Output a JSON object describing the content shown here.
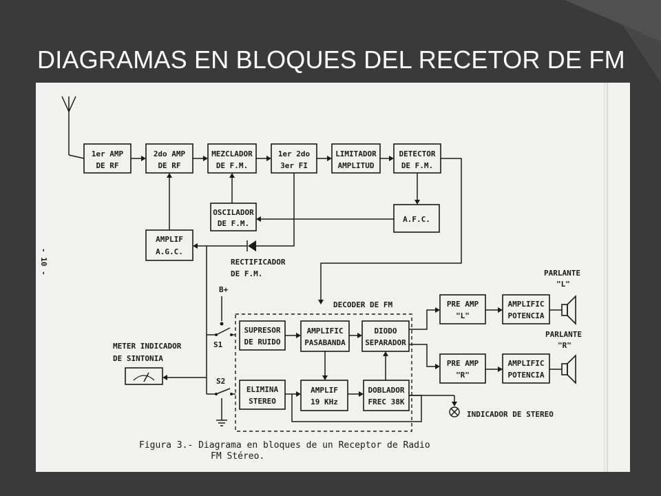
{
  "slide": {
    "title": "DIAGRAMAS EN BLOQUES DEL RECETOR DE FM",
    "background_color": "#3a3a3a",
    "title_color": "#ffffff"
  },
  "diagram": {
    "blocks": {
      "rf_amp_1": [
        "1er AMP",
        "DE RF"
      ],
      "rf_amp_2": [
        "2do AMP",
        "DE RF"
      ],
      "mixer": [
        "MEZCLADOR",
        "DE F.M."
      ],
      "if_amp": [
        "1er 2do",
        "3er FI"
      ],
      "limiter": [
        "LIMITADOR",
        "AMPLITUD"
      ],
      "detector": [
        "DETECTOR",
        "DE F.M."
      ],
      "oscillator": [
        "OSCILADOR",
        "DE F.M."
      ],
      "afc": [
        "A.F.C."
      ],
      "agc": [
        "AMPLIF",
        "A.G.C."
      ],
      "suppressor": [
        "SUPRESOR",
        "DE RUIDO"
      ],
      "bandpass": [
        "AMPLIFIC",
        "PASABANDA"
      ],
      "diode_sep": [
        "DIODO",
        "SEPARADOR"
      ],
      "stereo_elim": [
        "ELIMINA",
        "STEREO"
      ],
      "amp_19k": [
        "AMPLIF",
        "19 KHz"
      ],
      "doubler": [
        "DOBLADOR",
        "FREC 38K"
      ],
      "preamp_l": [
        "PRE AMP",
        "\"L\""
      ],
      "preamp_r": [
        "PRE AMP",
        "\"R\""
      ],
      "power_l": [
        "AMPLIFIC",
        "POTENCIA"
      ],
      "power_r": [
        "AMPLIFIC",
        "POTENCIA"
      ]
    },
    "labels": {
      "rectifier": [
        "RECTIFICADOR",
        "DE       F.M."
      ],
      "bplus": "B+",
      "s1": "S1",
      "s2": "S2",
      "decoder": "DECODER DE FM",
      "meter": [
        "METER INDICADOR",
        "DE       SINTONIA"
      ],
      "speaker_l": [
        "PARLANTE",
        "\"L\""
      ],
      "speaker_r": [
        "PARLANTE",
        "\"R\""
      ],
      "stereo_indicator": "INDICADOR DE STEREO",
      "page_number": "- 10 -"
    },
    "caption": [
      "Figura 3.- Diagrama en bloques de un Receptor de Radio",
      "FM Stéreo."
    ]
  }
}
